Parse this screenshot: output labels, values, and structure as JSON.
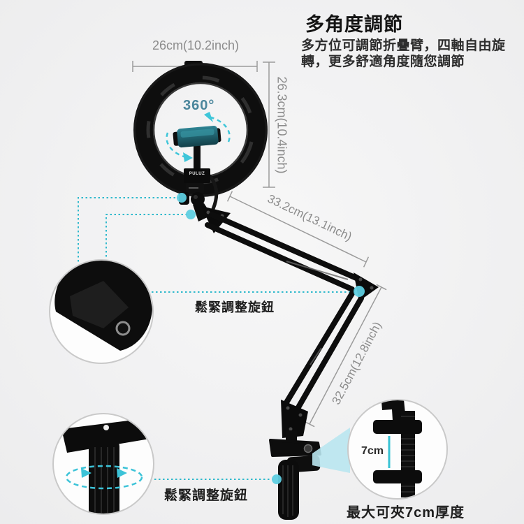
{
  "header": {
    "title": "多角度調節",
    "desc_line1": "多方位可調節折疊臂，四軸自由旋",
    "desc_line2": "轉，更多舒適角度隨您調節"
  },
  "dimensions": {
    "ring_diameter": "26cm(10.2inch)",
    "ring_height": "26.3cm(10.4inch)",
    "upper_arm_length": "33.2cm(13.1inch)",
    "lower_arm_length": "32.5cm(12.8inch)",
    "clamp_gap": "7cm"
  },
  "annotations": {
    "rotation_label": "360°",
    "mid_knob_label": "鬆緊調整旋鈕",
    "bottom_knob_label": "鬆緊調整旋鈕",
    "clamp_capacity_note": "最大可夾7cm厚度",
    "brand_logo": "PULUZ"
  },
  "colors": {
    "accent_teal": "#2fb9cc",
    "marker_dot": "#5ecde0",
    "beam_fill": "#b9e6f0",
    "dimension_gray": "#9b9b9b",
    "label_text": "#1d1d1d",
    "rotation_text": "#4b869c",
    "background": "#f1f1f2",
    "product_black": "#0d0d0d"
  }
}
